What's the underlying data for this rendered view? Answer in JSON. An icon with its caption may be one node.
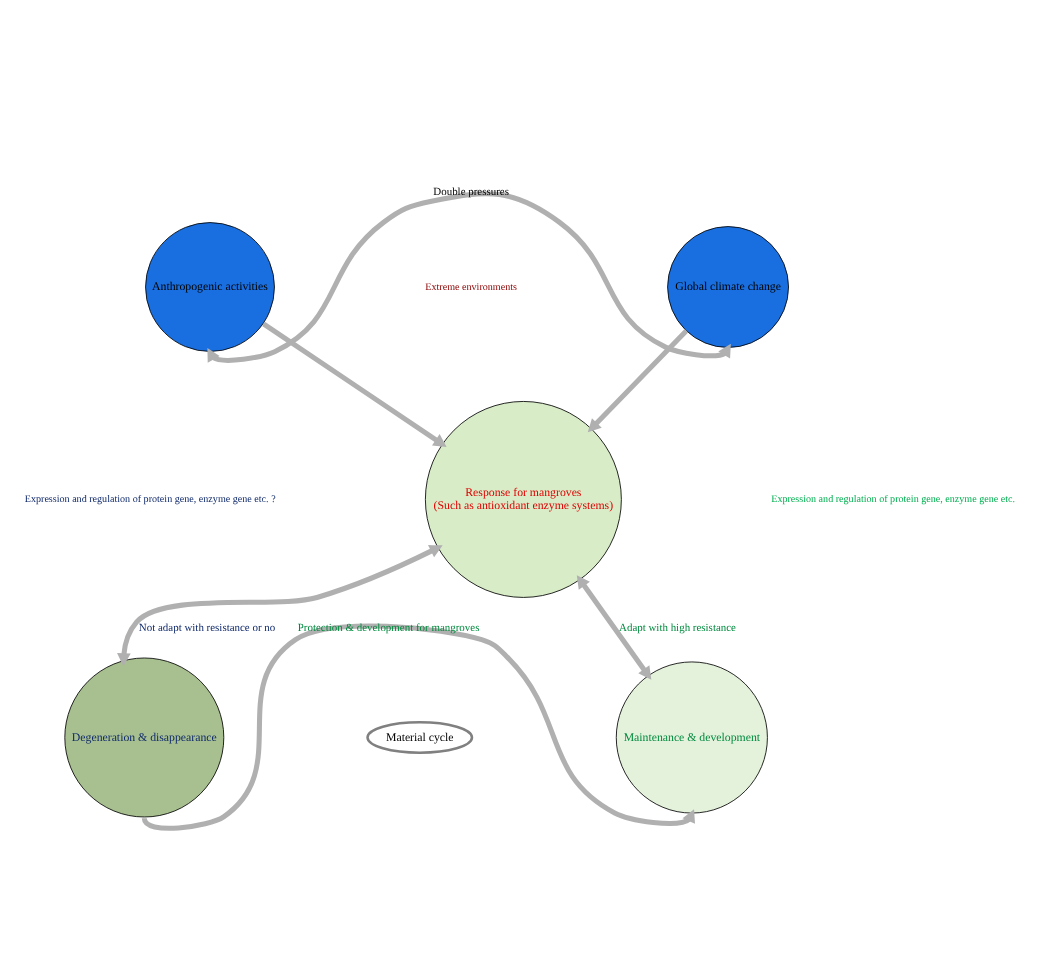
{
  "diagram": {
    "nodes": [
      {
        "text": [
          "Anthropogenic activities"
        ]
      },
      {
        "text": [
          "Global climate change"
        ]
      },
      {
        "text": [
          "Response for mangroves",
          "(Such as antioxidant enzyme systems)"
        ]
      },
      {
        "text": [
          "Degeneration & disappearance"
        ]
      },
      {
        "text": [
          "Maintenance & development"
        ]
      },
      {
        "text": [
          "Material cycle"
        ]
      }
    ],
    "edges": [
      {
        "from": 0,
        "to": 1,
        "arrow": "both",
        "label": "Double pressures"
      },
      {
        "from": 0,
        "to": 2,
        "arrow": "to"
      },
      {
        "from": 1,
        "to": 2,
        "arrow": "to"
      },
      {
        "from": 2,
        "to": 3,
        "arrow": "both",
        "label": "Not adapt with resistance or no"
      },
      {
        "from": 2,
        "to": 4,
        "arrow": "both",
        "label": "Adapt with high resistance"
      },
      {
        "from": 3,
        "to": 4,
        "arrow": "to",
        "label": "Protection & development for mangroves"
      }
    ],
    "labels": [
      "Extreme environments",
      "Expression and regulation of protein gene, enzyme gene etc. ?",
      "Expression and regulation of protein gene, enzyme gene etc."
    ]
  }
}
